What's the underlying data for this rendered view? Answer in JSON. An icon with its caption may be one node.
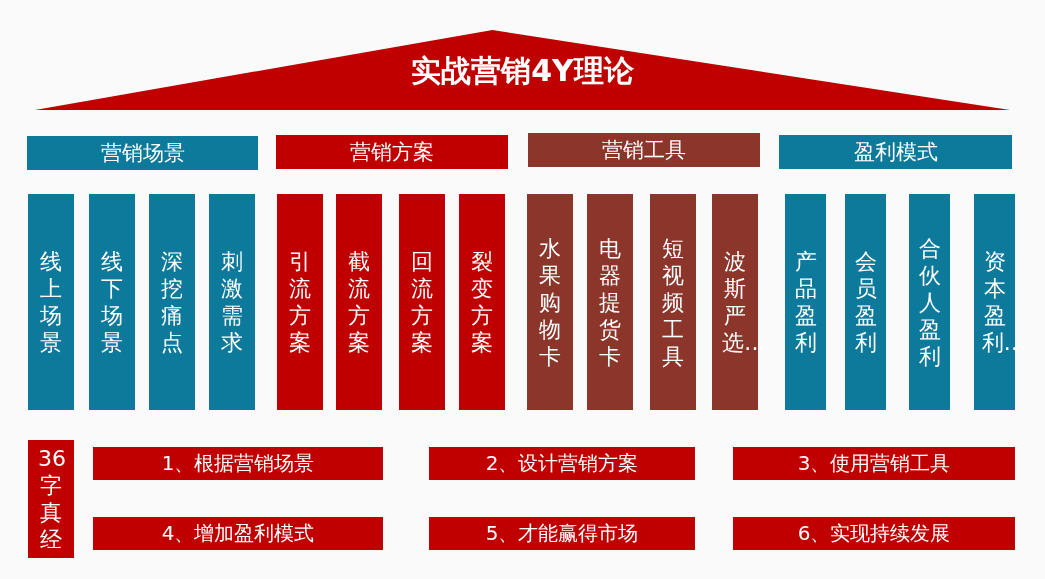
{
  "diagram": {
    "nodes": [
      {
        "text": [
          "实战营销4Y理论"
        ]
      },
      {
        "text": [
          "营销场景"
        ]
      },
      {
        "text": [
          "营销方案"
        ]
      },
      {
        "text": [
          "营销工具"
        ]
      },
      {
        "text": [
          "盈利模式"
        ]
      },
      {
        "text": [
          "线上场景"
        ]
      },
      {
        "text": [
          "线下场景"
        ]
      },
      {
        "text": [
          "深挖痛点"
        ]
      },
      {
        "text": [
          "刺激需求"
        ]
      },
      {
        "text": [
          "引流方案"
        ]
      },
      {
        "text": [
          "截流方案"
        ]
      },
      {
        "text": [
          "回流方案"
        ]
      },
      {
        "text": [
          "裂变方案"
        ]
      },
      {
        "text": [
          "水果购物卡"
        ]
      },
      {
        "text": [
          "电器提货卡"
        ]
      },
      {
        "text": [
          "短视频工具"
        ]
      },
      {
        "text": [
          "波斯严选…"
        ]
      },
      {
        "text": [
          "产品盈利"
        ]
      },
      {
        "text": [
          "会员盈利"
        ]
      },
      {
        "text": [
          "合伙人盈利"
        ]
      },
      {
        "text": [
          "资本盈利…"
        ]
      },
      {
        "text": [
          "36字真经"
        ]
      },
      {
        "text": [
          "1、根据营销场景"
        ]
      },
      {
        "text": [
          "2、设计营销方案"
        ]
      },
      {
        "text": [
          "3、使用营销工具"
        ]
      },
      {
        "text": [
          "4、增加盈利模式"
        ]
      },
      {
        "text": [
          "5、才能赢得市场"
        ]
      },
      {
        "text": [
          "6、实现持续发展"
        ]
      }
    ],
    "edges": []
  }
}
